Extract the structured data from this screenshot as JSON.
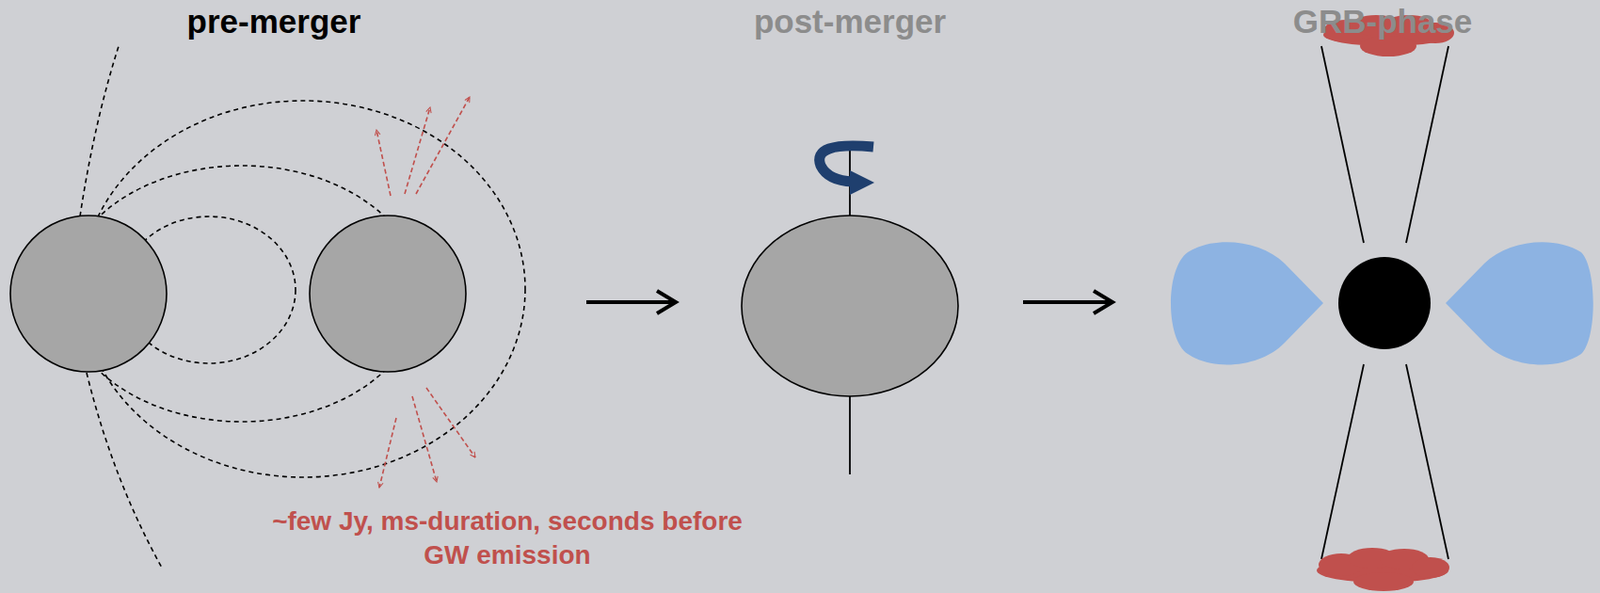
{
  "diagram": {
    "labels": [
      "pre-merger",
      "post-merger",
      "GRB-phase",
      "~few Jy, ms-duration, seconds before GW emission"
    ]
  }
}
